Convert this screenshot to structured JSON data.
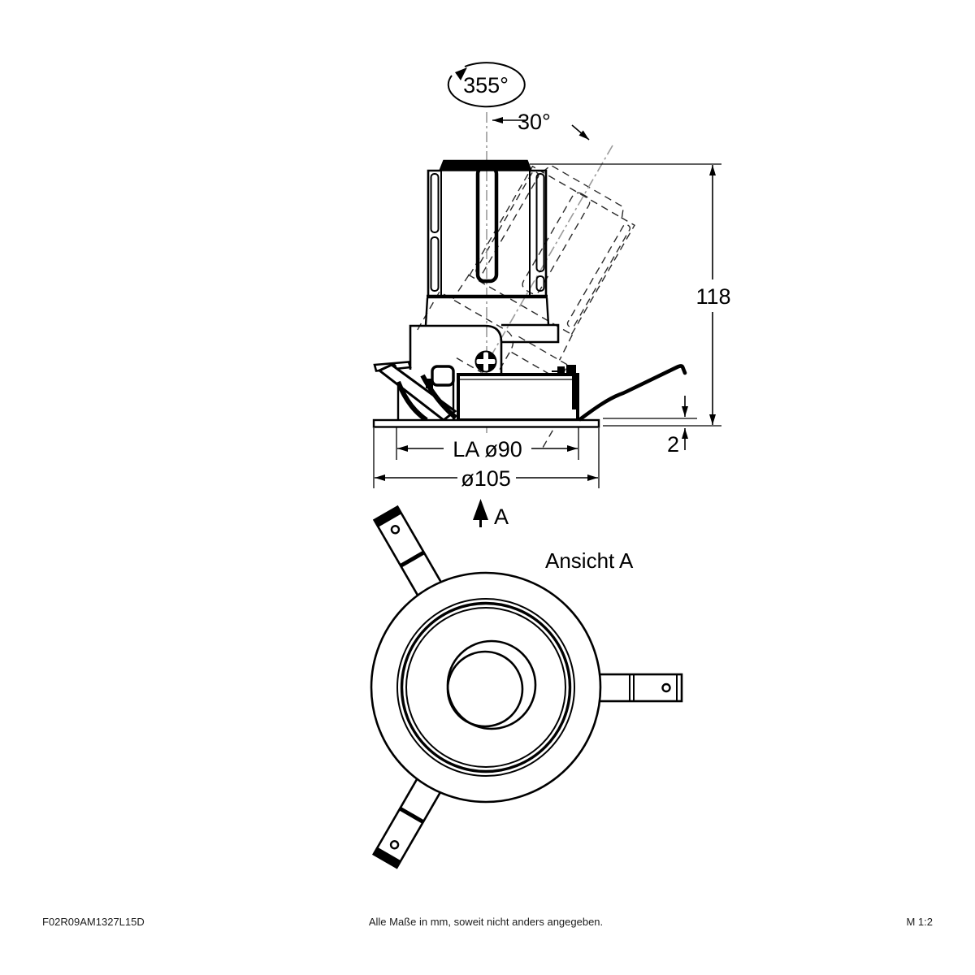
{
  "drawing": {
    "type": "technical dimensional drawing, recessed LED spotlight",
    "side_view": {
      "rotation_range_label": "355°",
      "tilt_angle_label": "30°",
      "height_label": "118",
      "trim_thickness_label": "2",
      "cutout_label": "LA ø90",
      "outer_diameter_label": "ø105",
      "view_marker_label": "A"
    },
    "bottom_view": {
      "title": "Ansicht A"
    },
    "footer": {
      "part_number": "F02R09AM1327L15D",
      "note": "Alle Maße in mm, soweit nicht anders angegeben.",
      "scale": "M 1:2"
    },
    "colors": {
      "line": "#000000",
      "dashed_ghost": "#2a2a2a",
      "centerline": "#9a9a9a",
      "background": "#ffffff"
    }
  }
}
